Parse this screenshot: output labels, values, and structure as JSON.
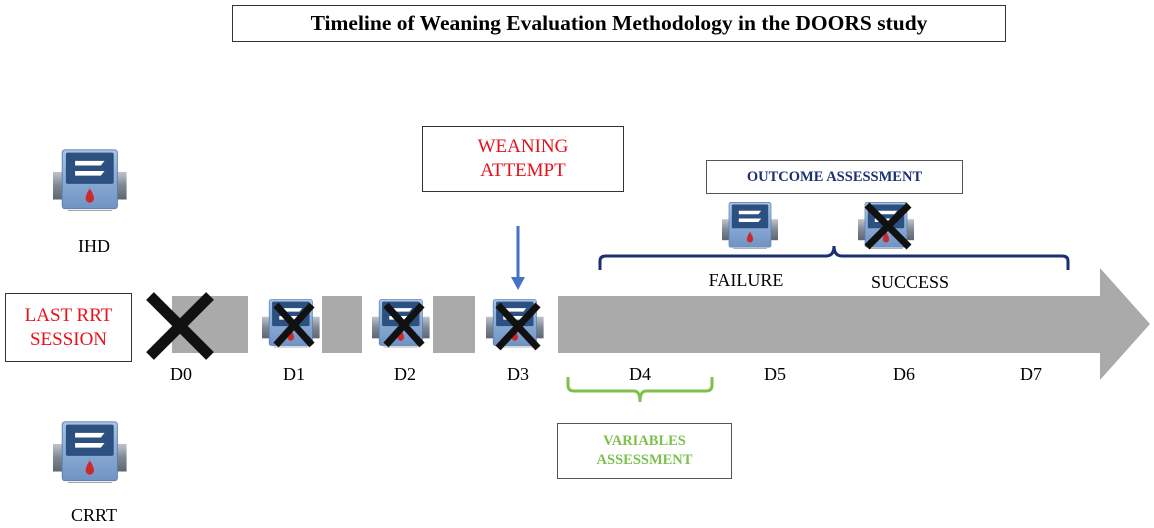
{
  "title": "Timeline of Weaning Evaluation Methodology in the DOORS study",
  "modalities": {
    "top_label": "IHD",
    "bottom_label": "CRRT"
  },
  "last_rrt": {
    "line1": "LAST RRT",
    "line2": "SESSION"
  },
  "weaning": {
    "line1": "WEANING",
    "line2": "ATTEMPT"
  },
  "outcome_assessment": "OUTCOME ASSESSMENT",
  "outcomes": {
    "failure": "FAILURE",
    "success": "SUCCESS"
  },
  "variables": {
    "line1": "VARIABLES",
    "line2": "ASSESSMENT"
  },
  "days": [
    "D0",
    "D1",
    "D2",
    "D3",
    "D4",
    "D5",
    "D6",
    "D7"
  ],
  "colors": {
    "timeline_gray": "#aaaaaa",
    "red_text": "#e8101b",
    "navy": "#1b3070",
    "green": "#7ec04d",
    "arrow_blue": "#4472c4",
    "machine_dark": "#2c5080",
    "machine_light": "#8aaed6",
    "drop": "#cc2a2a"
  },
  "icons": [
    "dialysis-machine-icon",
    "cross-mark-icon",
    "down-arrow-icon"
  ]
}
